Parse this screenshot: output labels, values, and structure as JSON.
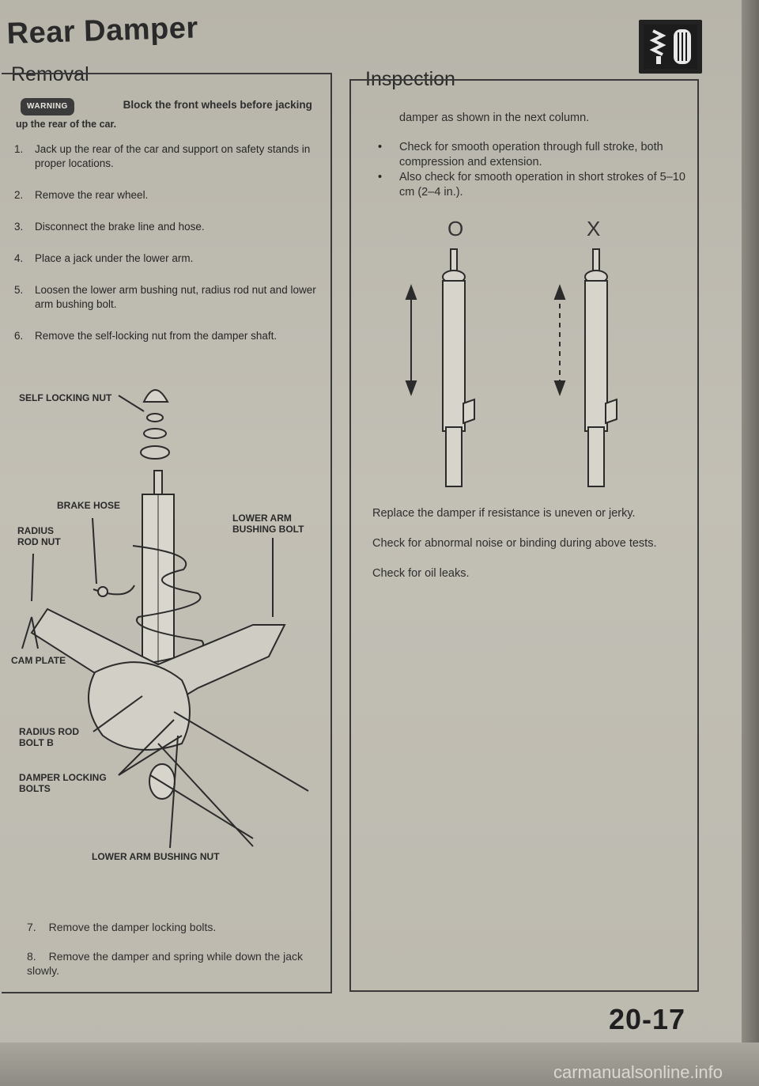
{
  "title": "Rear Damper",
  "removal": {
    "heading": "Removal",
    "warning_badge": "WARNING",
    "warning_text": "Block the front wheels before jacking",
    "warning_text2": "up the rear of the car.",
    "steps": [
      {
        "num": "1.",
        "text": "Jack up the rear of the car and support on safety stands in proper locations."
      },
      {
        "num": "2.",
        "text": "Remove the rear wheel."
      },
      {
        "num": "3.",
        "text": "Disconnect the brake line and hose."
      },
      {
        "num": "4.",
        "text": "Place a jack under the lower arm."
      },
      {
        "num": "5.",
        "text": "Loosen the lower arm bushing nut, radius rod nut and lower arm bushing bolt."
      },
      {
        "num": "6.",
        "text": "Remove the self-locking nut from the damper shaft."
      }
    ],
    "labels": {
      "self_locking_nut": "SELF LOCKING NUT",
      "brake_hose": "BRAKE HOSE",
      "radius_rod_nut": "RADIUS ROD NUT",
      "lower_arm_bushing_bolt": "LOWER ARM BUSHING BOLT",
      "cam_plate": "CAM PLATE",
      "radius_rod_bolt_b": "RADIUS ROD BOLT B",
      "damper_locking_bolts": "DAMPER LOCKING BOLTS",
      "lower_arm_bushing_nut": "LOWER ARM BUSHING NUT"
    },
    "steps_after": [
      {
        "num": "7.",
        "text": "Remove the damper locking bolts."
      },
      {
        "num": "8.",
        "text": "Remove the damper and spring while down the jack slowly."
      }
    ]
  },
  "inspection": {
    "heading": "Inspection",
    "intro": "damper as shown in the next column.",
    "bullets": [
      "Check for smooth operation through full stroke, both compression and extension.",
      "Also check for smooth operation in short strokes of 5–10 cm (2–4 in.)."
    ],
    "ok_symbol": "O",
    "ng_symbol": "X",
    "notes": [
      "Replace the damper if resistance is uneven or jerky.",
      "Check for abnormal noise or binding during above tests.",
      "Check for oil leaks."
    ]
  },
  "page_number": "20-17",
  "watermark": "carmanualsonline.info"
}
